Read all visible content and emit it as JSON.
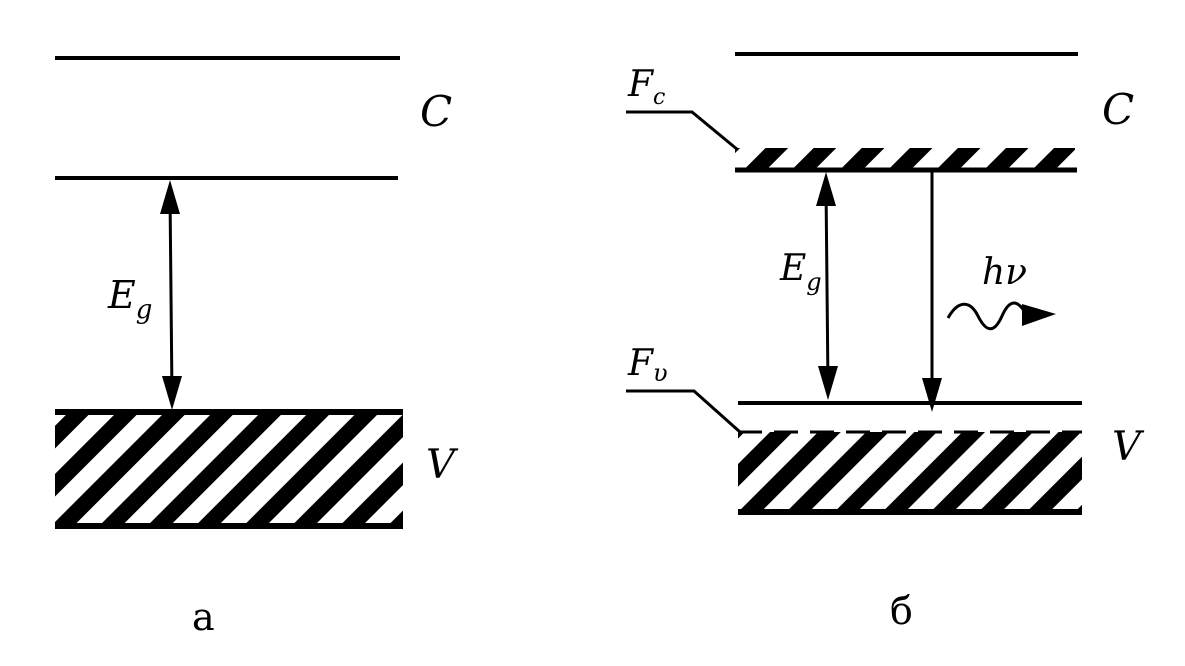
{
  "panel_a": {
    "caption": "а",
    "conduction_label": "C",
    "valence_label": "V",
    "gap_label": "E",
    "gap_subscript": "g"
  },
  "panel_b": {
    "caption": "б",
    "conduction_label": "C",
    "valence_label": "V",
    "gap_label": "E",
    "gap_subscript": "g",
    "fermi_c_label": "F",
    "fermi_c_subscript": "c",
    "fermi_v_label": "F",
    "fermi_v_subscript": "υ",
    "photon_label": "hν"
  },
  "colors": {
    "ink": "#000000",
    "background": "#ffffff"
  }
}
